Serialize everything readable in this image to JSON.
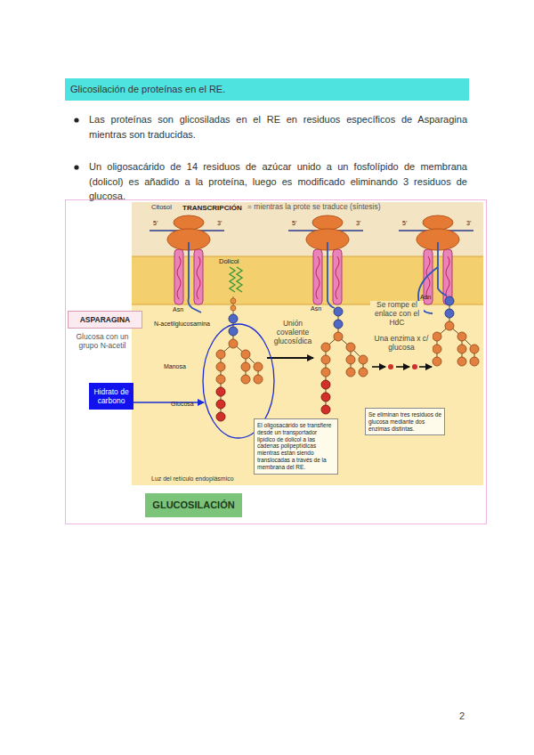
{
  "diagram": {
    "nodes": [
      {
        "text": [
          "Glicosilación de proteínas en el RE."
        ]
      },
      {
        "text": [
          "ASPARAGINA"
        ]
      },
      {
        "text": [
          "Hidrato de carbono"
        ]
      },
      {
        "text": [
          "El oligosacárido se transfiere desde un transportador lipídico de dolicol a las cadenas polipeptídicas mientras están siendo translocadas a través de la membrana del RE."
        ]
      },
      {
        "text": [
          "Se eliminan tres residuos de glucosa mediante dos enzimas distintas."
        ]
      },
      {
        "text": [
          "GLUCOSILACIÓN"
        ]
      }
    ],
    "labels": [
      "Las proteínas son glicosiladas en el RE en residuos específicos de Asparagina mientras son traducidas.",
      "Un oligosacárido de 14 residuos de azúcar unido a un fosfolípido de membrana (dolicol) es añadido a la proteína, luego es modificado eliminando 3 residuos de glucosa.",
      "Citosol",
      "TRANSCRIPCIÓN",
      "= mientras la prote se traduce (síntesis)",
      "5'",
      "3'",
      "5'",
      "3'",
      "5'",
      "3'",
      "Dolicol",
      "Asn",
      "Asn",
      "Asn",
      "N-acetilglucosamina",
      "Manosa",
      "Glucosa",
      "Glucosa con un grupo N-acetil",
      "Unión covalente glucosídica",
      "Se rompe el enlace con el HdC",
      "Una enzima x c/ glucosa",
      "Luz del retículo endoplásmico",
      "2"
    ]
  }
}
